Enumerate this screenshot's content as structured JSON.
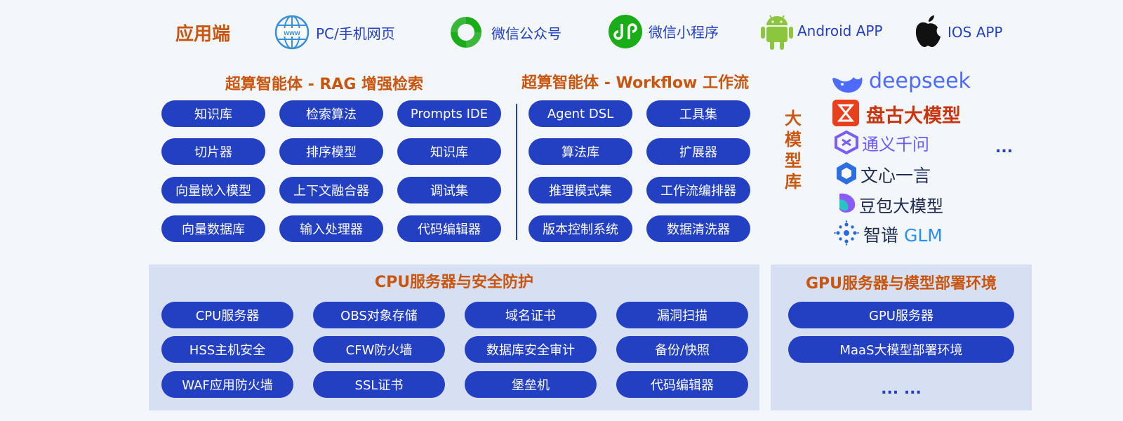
{
  "clients": {
    "label": "应用端",
    "items": [
      {
        "label": "PC/手机网页",
        "icon": "globe-www-icon"
      },
      {
        "label": "微信公众号",
        "icon": "wechat-official-account-icon"
      },
      {
        "label": "微信小程序",
        "icon": "wechat-mini-program-icon"
      },
      {
        "label": "Android APP",
        "icon": "android-icon"
      },
      {
        "label": "IOS APP",
        "icon": "apple-icon"
      }
    ]
  },
  "rag": {
    "title": "超算智能体 - RAG 增强检索",
    "rows": [
      [
        "知识库",
        "检索算法",
        "Prompts IDE"
      ],
      [
        "切片器",
        "排序模型",
        "知识库"
      ],
      [
        "向量嵌入模型",
        "上下文融合器",
        "调试集"
      ],
      [
        "向量数据库",
        "输入处理器",
        "代码编辑器"
      ]
    ]
  },
  "workflow": {
    "title": "超算智能体 - Workflow 工作流",
    "rows": [
      [
        "Agent DSL",
        "工具集"
      ],
      [
        "算法库",
        "扩展器"
      ],
      [
        "推理模式集",
        "工作流编排器"
      ],
      [
        "版本控制系统",
        "数据清洗器"
      ]
    ]
  },
  "models": {
    "label": "大模型库",
    "items": [
      {
        "name": "deepseek",
        "icon": "deepseek-whale-icon"
      },
      {
        "name": "盘古大模型",
        "icon": "pangu-hourglass-icon"
      },
      {
        "name": "通义千问",
        "icon": "tongyi-icon"
      },
      {
        "name": "文心一言",
        "icon": "wenxin-icon"
      },
      {
        "name": "豆包大模型",
        "icon": "doubao-icon"
      },
      {
        "name": "智谱",
        "suffix": "GLM",
        "icon": "zhipu-icon"
      }
    ],
    "more": "..."
  },
  "cpu": {
    "title": "CPU服务器与安全防护",
    "rows": [
      [
        "CPU服务器",
        "OBS对象存储",
        "域名证书",
        "漏洞扫描"
      ],
      [
        "HSS主机安全",
        "CFW防火墙",
        "数据库安全审计",
        "备份/快照"
      ],
      [
        "WAF应用防火墙",
        "SSL证书",
        "堡垒机",
        "代码编辑器"
      ]
    ]
  },
  "gpu": {
    "title": "GPU服务器与模型部署环境",
    "items": [
      "GPU服务器",
      "MaaS大模型部署环境"
    ],
    "more": "... ..."
  },
  "colors": {
    "accent": "#2440c2",
    "heading": "#c8560f",
    "panel": "#d7e0f3",
    "background": "#f3f7fc"
  }
}
